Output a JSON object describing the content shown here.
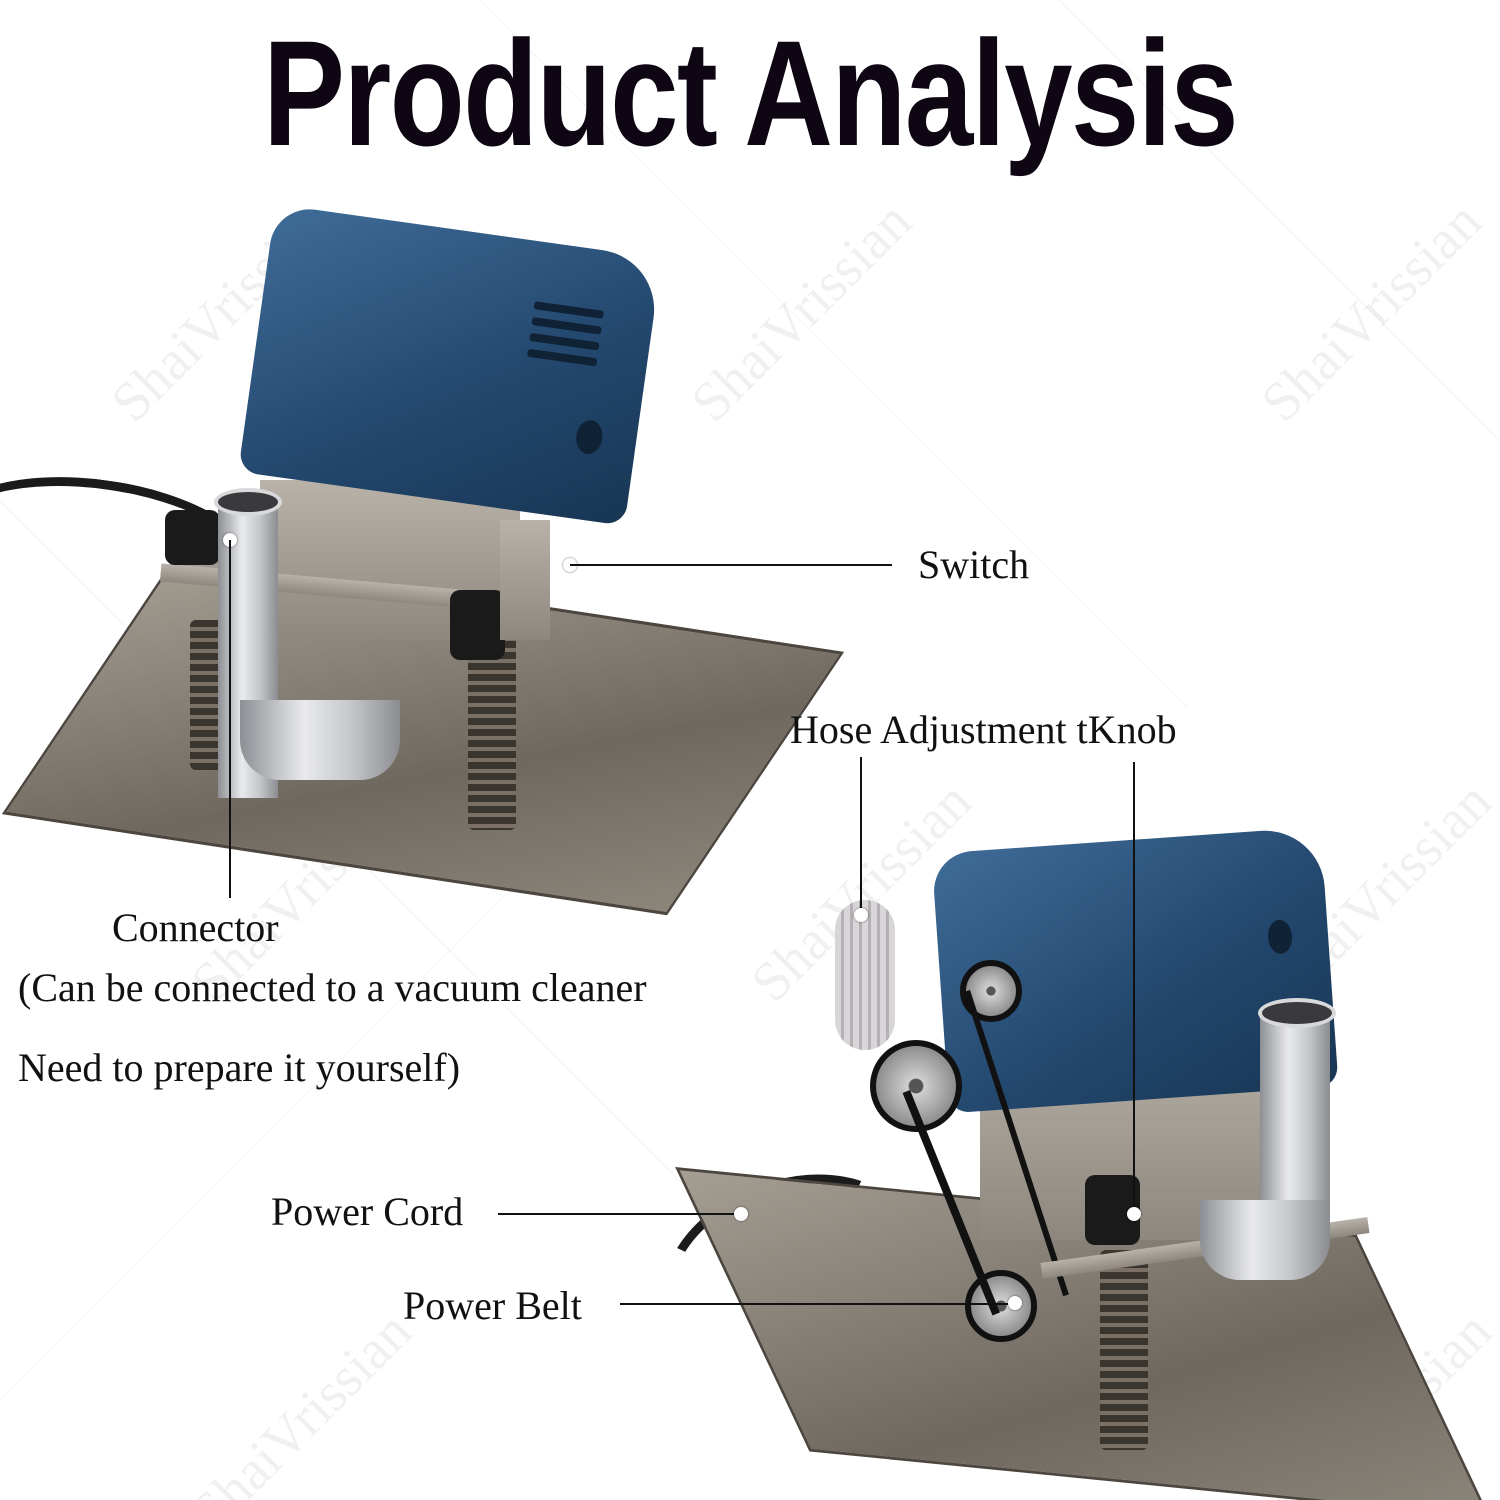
{
  "title": "Product Analysis",
  "watermark": "ShaiVrissian",
  "colors": {
    "title": "#0e0612",
    "text": "#111111",
    "background": "#ffffff",
    "motor_blue": "#2c5580"
  },
  "images": {
    "top_machine": "front-left view of pipe cutting machine with blue motor, aluminum connector pipe, springs and steel base plate",
    "bottom_machine": "rear-right view of pipe cutting machine showing belt drive, hose and aluminum connector pipe"
  },
  "callouts": {
    "switch": "Switch",
    "hose_knob": "Hose Adjustment tKnob",
    "connector": "Connector",
    "connector_note_line1": "(Can be connected to a vacuum cleaner",
    "connector_note_line2": "Need to prepare it yourself)",
    "power_cord": "Power Cord",
    "power_belt": "Power Belt"
  }
}
